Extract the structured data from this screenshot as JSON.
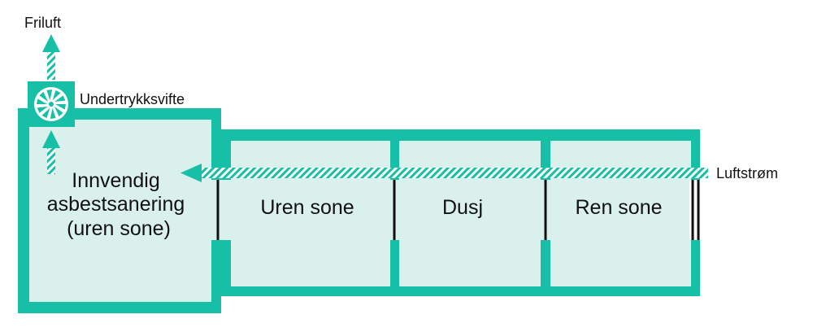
{
  "labels": {
    "outside_air": "Friluft",
    "fan": "Undertrykksvifte",
    "airflow": "Luftstrøm"
  },
  "rooms": [
    {
      "lines": [
        "Innvendig",
        "asbestsanering",
        "(uren sone)"
      ]
    },
    {
      "lines": [
        "Uren sone"
      ]
    },
    {
      "lines": [
        "Dusj"
      ]
    },
    {
      "lines": [
        "Ren sone"
      ]
    }
  ],
  "colors": {
    "wall": "#17bfa7",
    "floor": "#d9f0ec",
    "door": "#111111",
    "text": "#111111",
    "fan_blade": "#17bfa7"
  },
  "icons": {
    "fan": "negative-pressure-fan-icon",
    "arrow": "airflow-arrow-icon"
  }
}
